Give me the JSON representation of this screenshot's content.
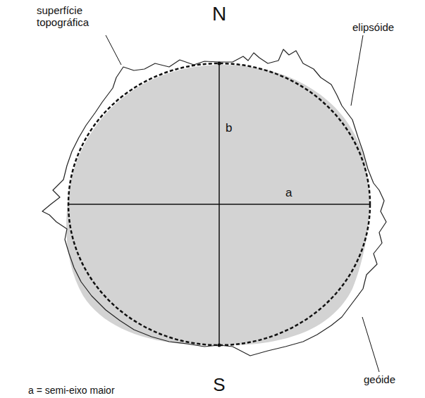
{
  "diagram": {
    "labels": [
      "superfície topográfica",
      "N",
      "elipsóide",
      "b",
      "a",
      "geóide",
      "S",
      "a = semi-eixo maior"
    ]
  }
}
